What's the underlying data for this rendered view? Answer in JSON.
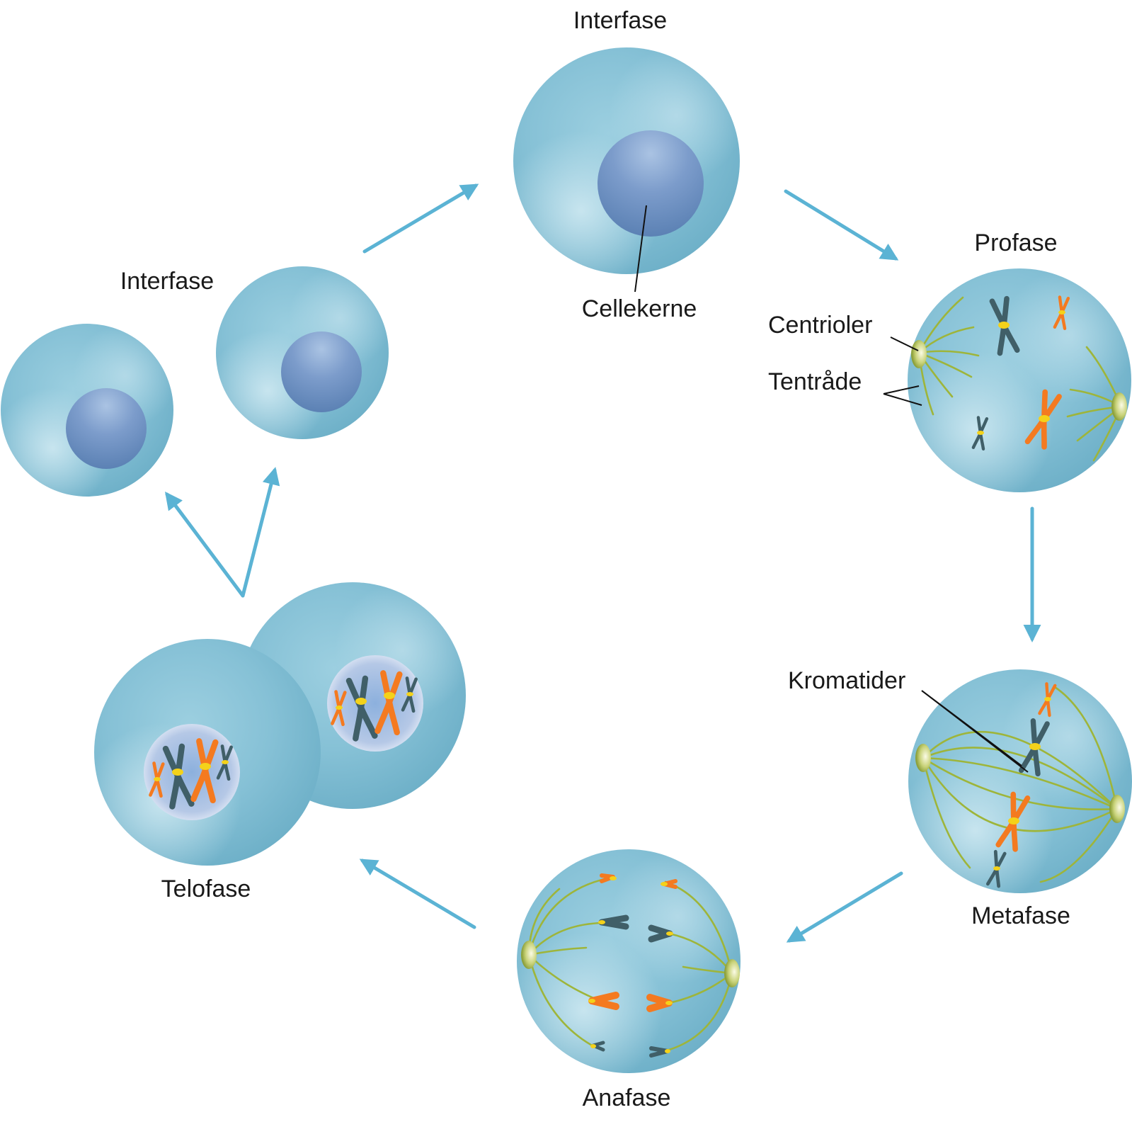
{
  "labels": {
    "interfase_top": "Interfase",
    "cellekerne": "Cellekerne",
    "profase": "Profase",
    "centrioler": "Centrioler",
    "tentrade": "Tentråde",
    "kromatider": "Kromatider",
    "metafase": "Metafase",
    "anafase": "Anafase",
    "telofase": "Telofase",
    "interfase_left": "Interfase"
  },
  "colors": {
    "arrow": "#5bb3d4",
    "cell_light": "#bfe0ec",
    "cell_mid": "#86c1d6",
    "cell_dark": "#74b1c8",
    "nucleus_light": "#a9c0e0",
    "nucleus_dark": "#5f84b6",
    "spindle_fiber": "#9eb53a",
    "chromosome_orange": "#f47a20",
    "chromosome_dark": "#405f68",
    "centromere": "#f4d21a"
  }
}
